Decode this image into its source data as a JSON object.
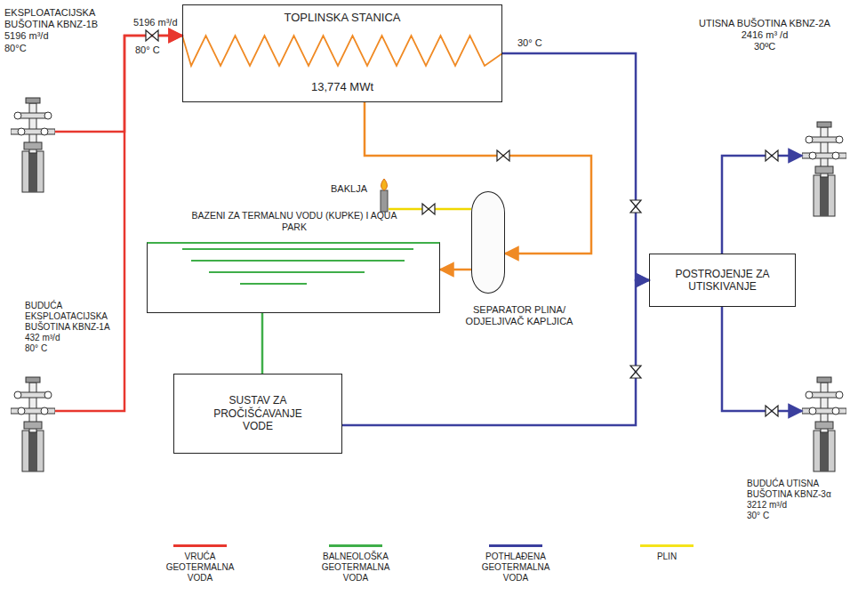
{
  "diagram": {
    "nodes": [
      {
        "text": [
          "EKSPLOATACIJSKA BUŠOTINA KBNZ-1B",
          "5196 m³/d",
          "80°C"
        ]
      },
      {
        "text": [
          "TOPLINSKA STANICA",
          "13,774 MWt"
        ]
      },
      {
        "text": [
          "UTISNA BUŠOTINA KBNZ-2A",
          "2416 m³ /d",
          "30ºC"
        ]
      },
      {
        "text": [
          "BAZENI ZA TERMALNU VODU (KUPKE) I AQUA PARK"
        ]
      },
      {
        "text": [
          "SEPARATOR PLINA/ ODJELJIVAČ KAPLJICA"
        ]
      },
      {
        "text": [
          "BUDUĆA EKSPLOATACIJSKA BUŠOTINA KBNZ-1A",
          "432 m³/d",
          "80° C"
        ]
      },
      {
        "text": [
          "POSTROJENJE ZA UTISKIVANJE"
        ]
      },
      {
        "text": [
          "SUSTAV ZA PROČIŠĆAVANJE VODE"
        ]
      },
      {
        "text": [
          "BUDUĆA UTISNA BUŠOTINA KBNZ-3α",
          "3212 m³/d",
          "30° C"
        ]
      }
    ],
    "edges": [
      {
        "from": 0,
        "to": 1,
        "arrow": "to"
      },
      {
        "from": 5,
        "to": 1,
        "arrow": "to"
      },
      {
        "from": 1,
        "to": 6,
        "arrow": "to"
      },
      {
        "from": 1,
        "to": 4,
        "arrow": "to"
      },
      {
        "from": 4,
        "to": 3,
        "arrow": "to"
      },
      {
        "from": 3,
        "to": 7,
        "arrow": "none"
      },
      {
        "from": 7,
        "to": 6,
        "arrow": "to"
      },
      {
        "from": 6,
        "to": 2,
        "arrow": "to"
      },
      {
        "from": 6,
        "to": 8,
        "arrow": "to"
      }
    ],
    "labels": [
      "5196 m³/d",
      "80° C",
      "30° C",
      "BAKLJA"
    ],
    "legend": [
      {
        "text": "VRUĆA GEOTERMALNA VODA",
        "color": "#e8372e"
      },
      {
        "text": "BALNEOLOŠKA GEOTERMALNA VODA",
        "color": "#3fae49"
      },
      {
        "text": "POTHLAĐENA GEOTERMALNA VODA",
        "color": "#3b3f9e"
      },
      {
        "text": "PLIN",
        "color": "#f5e31a"
      }
    ]
  }
}
